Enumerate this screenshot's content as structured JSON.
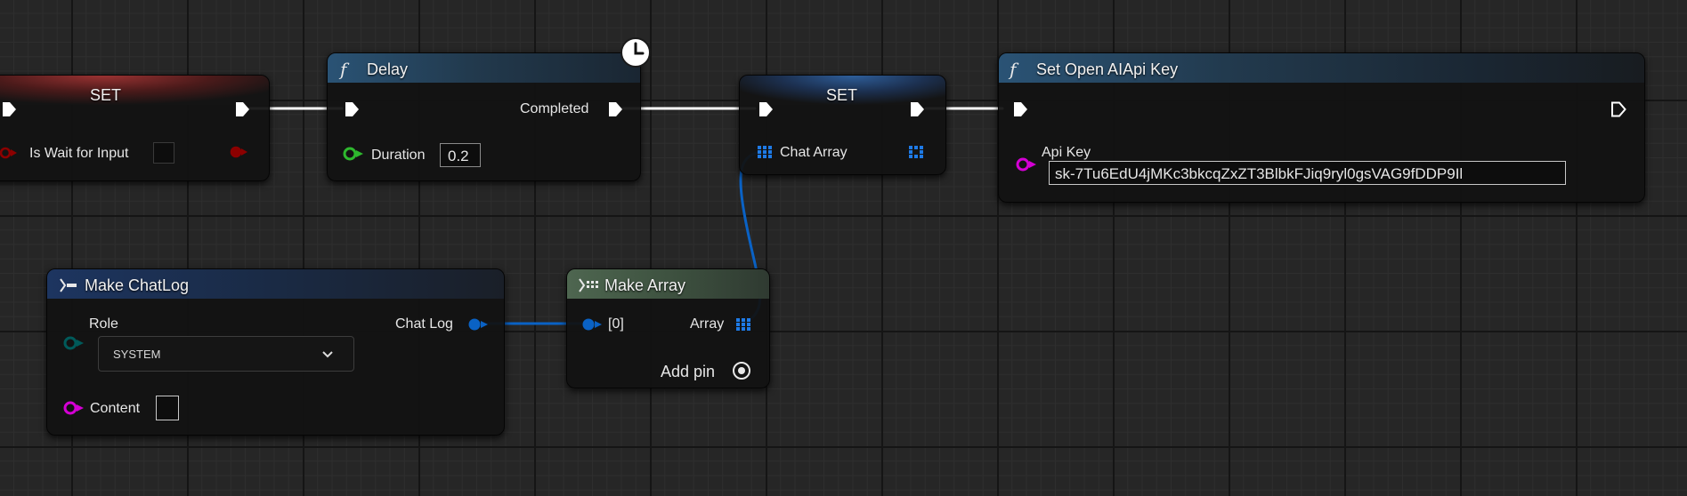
{
  "nodes": {
    "set_wait": {
      "title": "SET",
      "var_label": "Is Wait for Input"
    },
    "delay": {
      "title": "Delay",
      "function_icon": "f",
      "completed_label": "Completed",
      "duration_label": "Duration",
      "duration_value": "0.2",
      "latent_icon": "clock-icon"
    },
    "set_chat": {
      "title": "SET",
      "var_label": "Chat Array"
    },
    "set_api": {
      "title": "Set Open AIApi Key",
      "function_icon": "f",
      "param_label": "Api Key",
      "param_value": "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"
    },
    "make_chatlog": {
      "title": "Make ChatLog",
      "role_label": "Role",
      "role_value": "SYSTEM",
      "content_label": "Content",
      "output_label": "Chat Log"
    },
    "make_array": {
      "title": "Make Array",
      "index_label": "[0]",
      "output_label": "Array",
      "add_pin_label": "Add pin"
    }
  },
  "colors": {
    "exec": "#ffffff",
    "bool_pin": "#8c0000",
    "float_pin": "#2eb82e",
    "struct_pin": "#0a62c5",
    "string_pin": "#d400d4",
    "enum_pin": "#004d4d",
    "set_header": "#7a2a2a",
    "function_header": "#2a4a62",
    "struct_header": "#1d3560",
    "array_header": "#4e6650"
  }
}
